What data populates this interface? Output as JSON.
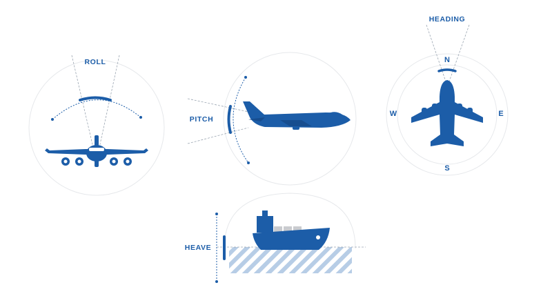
{
  "colors": {
    "primary": "#1c5da8",
    "guide": "#9aa5b1",
    "circle": "#e6e8eb",
    "sea": "#b7cde6",
    "cargo": "#c9cbcf"
  },
  "roll": {
    "label": "ROLL",
    "icon": "airplane-front-icon"
  },
  "pitch": {
    "label": "PITCH",
    "icon": "airplane-side-icon"
  },
  "heading": {
    "label": "HEADING",
    "icon": "airplane-top-icon",
    "compass": {
      "north": "N",
      "south": "S",
      "east": "E",
      "west": "W"
    }
  },
  "heave": {
    "label": "HEAVE",
    "icon": "cargo-ship-icon"
  }
}
